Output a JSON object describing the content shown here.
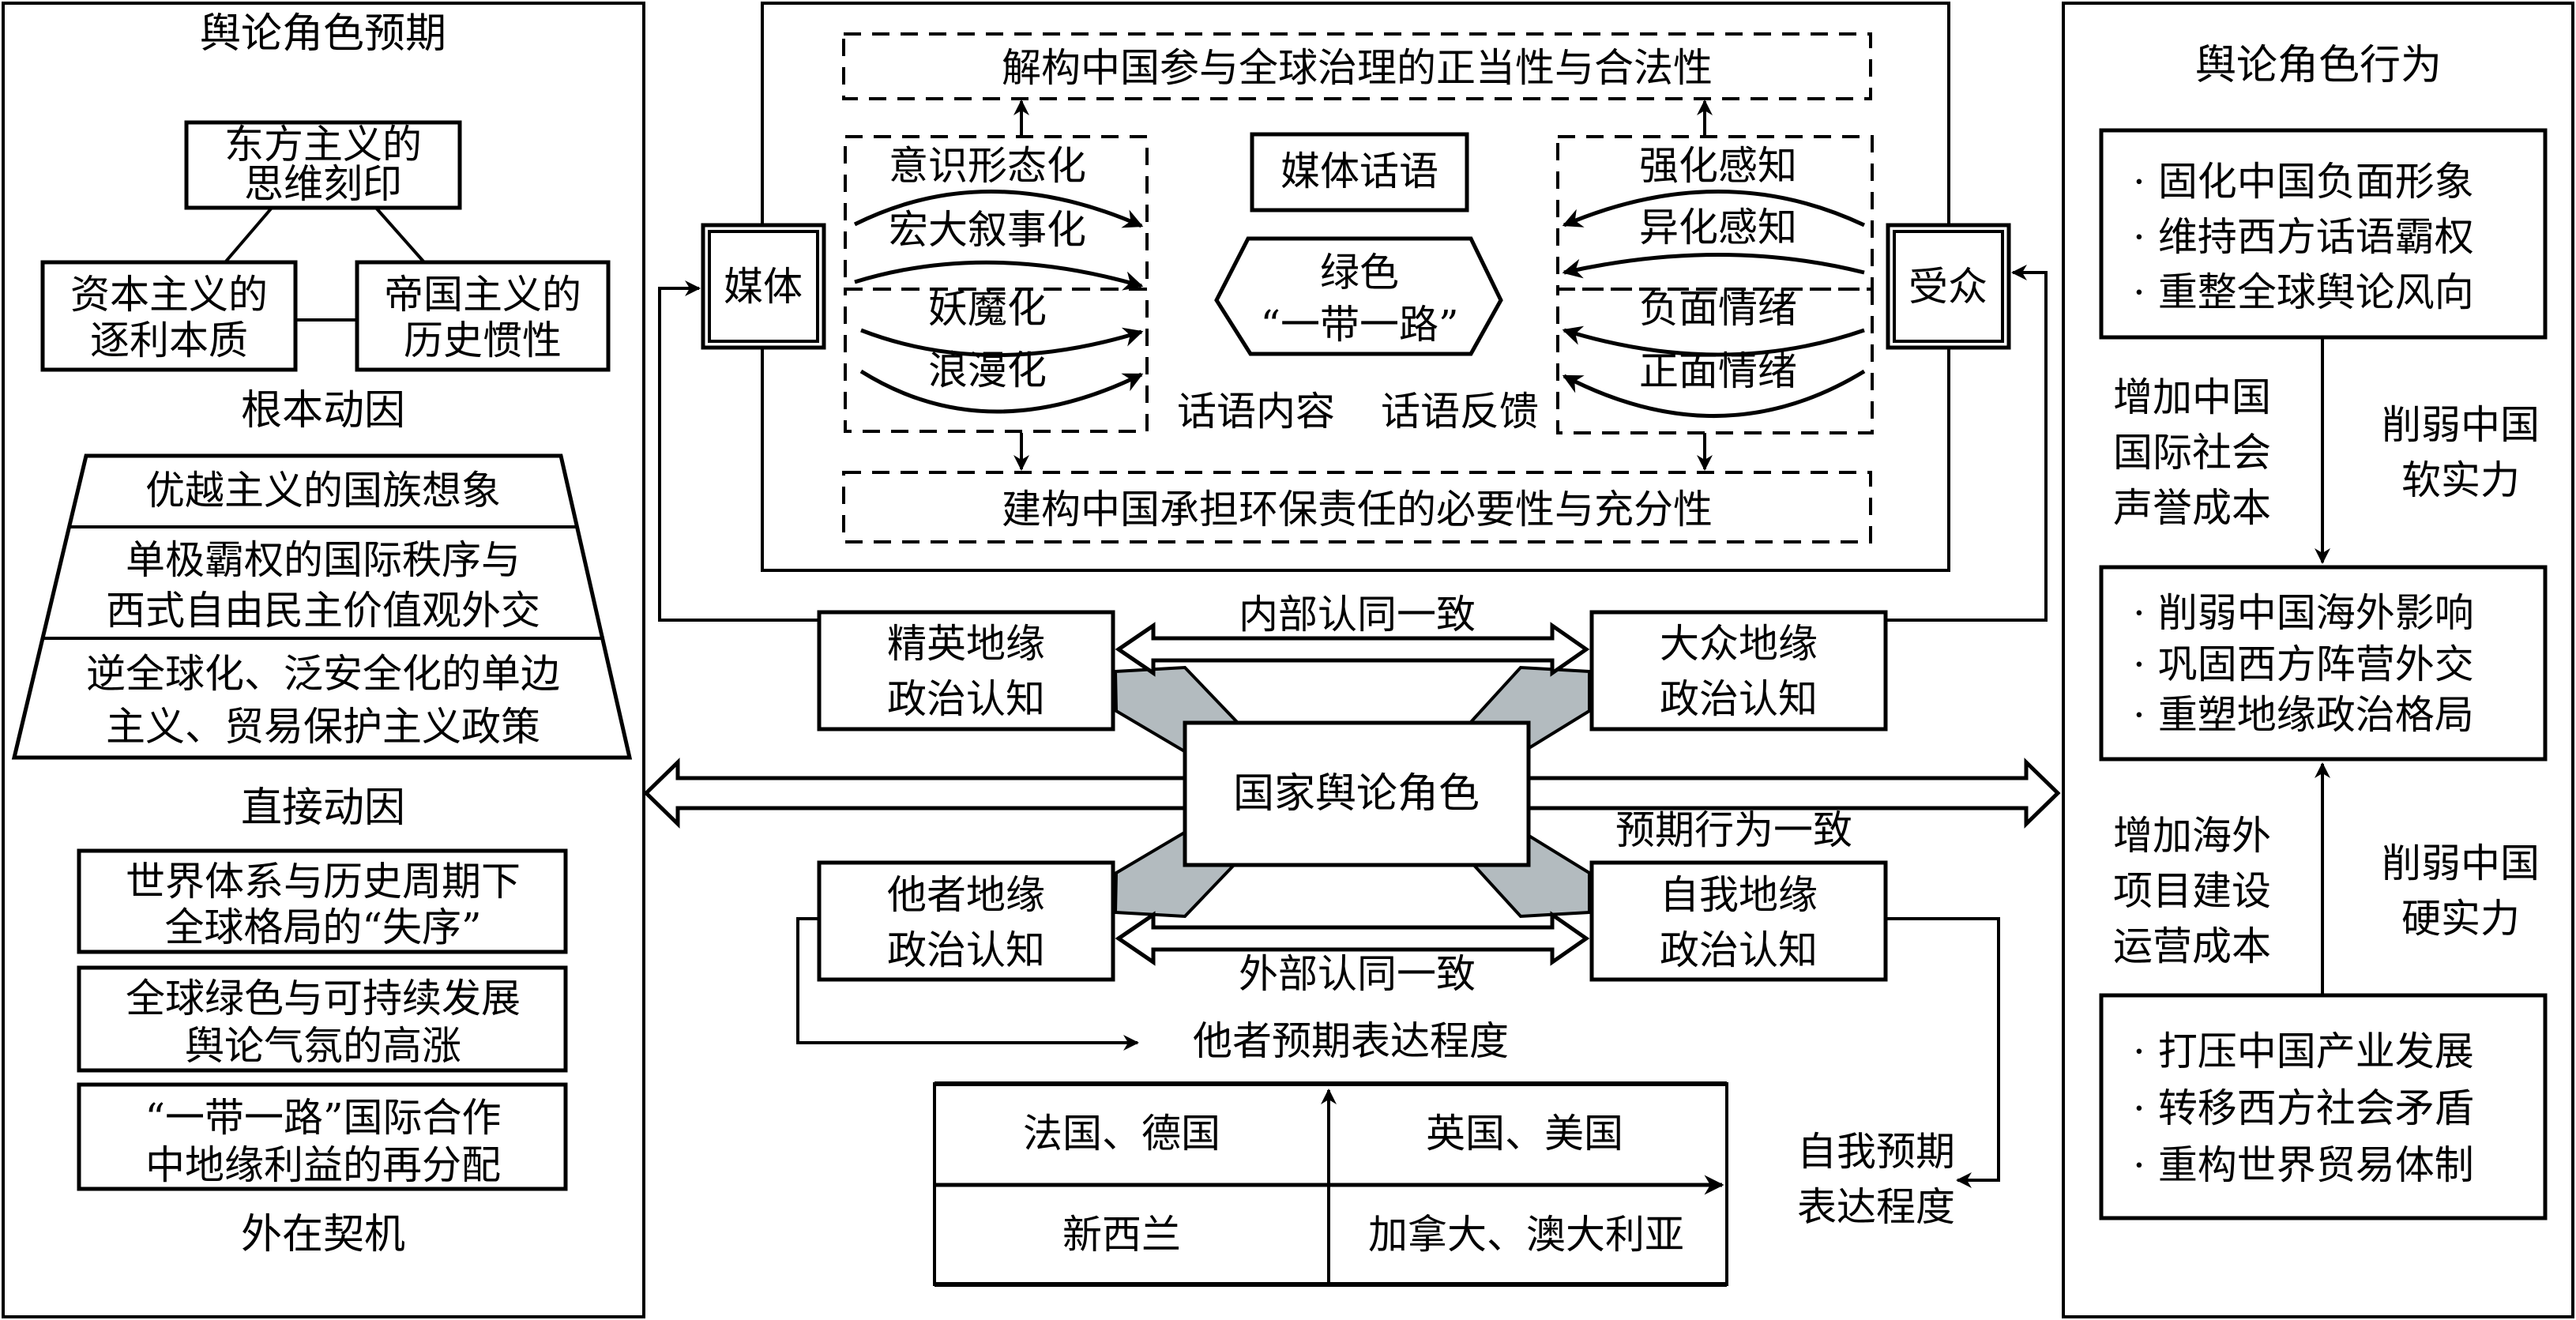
{
  "left_panel": {
    "title": "舆论角色预期",
    "root_cause": {
      "label": "根本动因",
      "top_box": [
        "东方主义的",
        "思维刻印"
      ],
      "left_box": [
        "资本主义的",
        "逐利本质"
      ],
      "right_box": [
        "帝国主义的",
        "历史惯性"
      ]
    },
    "direct_cause": {
      "label": "直接动因",
      "layers": [
        [
          "优越主义的国族想象"
        ],
        [
          "单极霸权的国际秩序与",
          "西式自由民主价值观外交"
        ],
        [
          "逆全球化、泛安全化的单边",
          "主义、贸易保护主义政策"
        ]
      ]
    },
    "external_opportunity": {
      "label": "外在契机",
      "boxes": [
        [
          "世界体系与历史周期下",
          "全球格局的“失序”"
        ],
        [
          "全球绿色与可持续发展",
          "舆论气氛的高涨"
        ],
        [
          "“一带一路”国际合作",
          "中地缘利益的再分配"
        ]
      ]
    }
  },
  "media_discourse": {
    "top_goal": "解构中国参与全球治理的正当性与合法性",
    "bottom_goal": "建构中国承担环保责任的必要性与充分性",
    "media_label": "媒体",
    "audience_label": "受众",
    "center_title": "媒体话语",
    "center_topic": [
      "绿色",
      "“一带一路”"
    ],
    "content_caption": "话语内容",
    "feedback_caption": "话语反馈",
    "content_group_1": [
      "意识形态化",
      "宏大叙事化"
    ],
    "content_group_2": [
      "妖魔化",
      "浪漫化"
    ],
    "feedback_group_1": [
      "强化感知",
      "异化感知"
    ],
    "feedback_group_2": [
      "负面情绪",
      "正面情绪"
    ]
  },
  "geopolitics": {
    "center": "国家舆论角色",
    "elite": [
      "精英地缘",
      "政治认知"
    ],
    "public": [
      "大众地缘",
      "政治认知"
    ],
    "other": [
      "他者地缘",
      "政治认知"
    ],
    "self": [
      "自我地缘",
      "政治认知"
    ],
    "internal_consistency": "内部认同一致",
    "external_consistency": "外部认同一致",
    "expected_behavior": "预期行为一致",
    "other_expectation": "他者预期表达程度",
    "self_expectation": [
      "自我预期",
      "表达程度"
    ]
  },
  "quadrant": {
    "top_left": "法国、德国",
    "top_right": "英国、美国",
    "bottom_left": "新西兰",
    "bottom_right": "加拿大、澳大利亚"
  },
  "right_panel": {
    "title": "舆论角色行为",
    "box_1": [
      "固化中国负面形象",
      "维持西方话语霸权",
      "重整全球舆论风向"
    ],
    "box_2": [
      "削弱中国海外影响",
      "巩固西方阵营外交",
      "重塑地缘政治格局"
    ],
    "box_3": [
      "打压中国产业发展",
      "转移西方社会矛盾",
      "重构世界贸易体制"
    ],
    "bullet": "·",
    "arrow_1_left": [
      "增加中国",
      "国际社会",
      "声誉成本"
    ],
    "arrow_1_right": [
      "削弱中国",
      "软实力"
    ],
    "arrow_2_left": [
      "增加海外",
      "项目建设",
      "运营成本"
    ],
    "arrow_2_right": [
      "削弱中国",
      "硬实力"
    ]
  }
}
